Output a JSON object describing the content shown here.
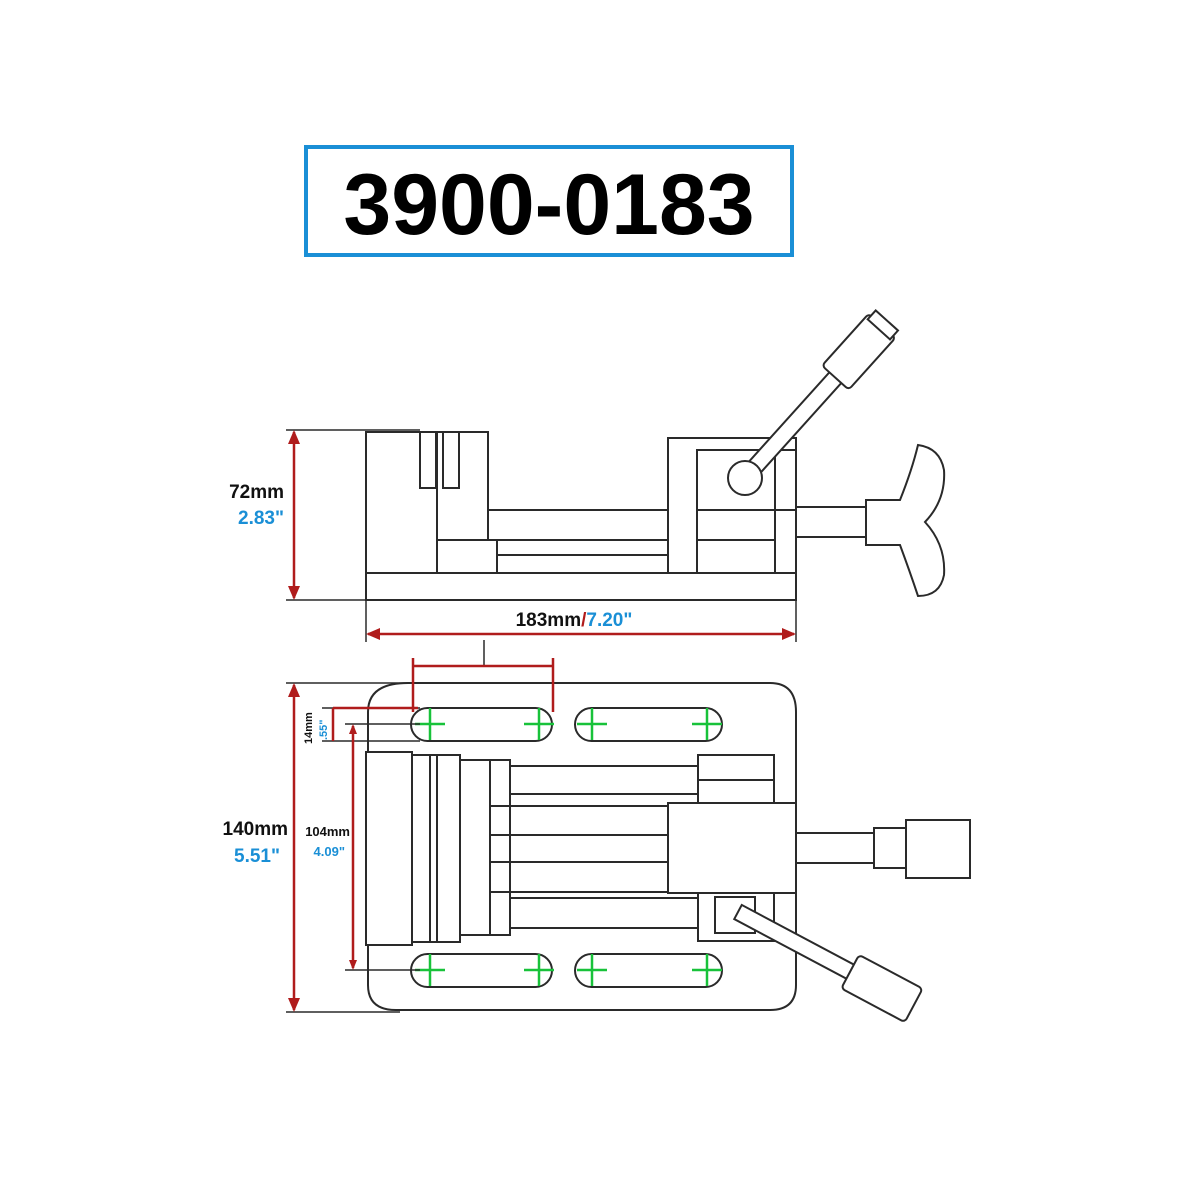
{
  "title": {
    "part_number": "3900-0183"
  },
  "dimensions": {
    "height": {
      "mm": "72mm",
      "inch": "2.83\""
    },
    "length": {
      "mm": "183mm",
      "sep": "/",
      "inch": "7.20\""
    },
    "width": {
      "mm": "140mm",
      "inch": "5.51\""
    },
    "slot_width": {
      "mm": "14mm",
      "inch": ".55\""
    },
    "slot_spacing": {
      "mm": "104mm",
      "inch": "4.09\""
    }
  },
  "colors": {
    "title_border": "#1a8fd6",
    "inch_text": "#1a8fd6",
    "dimension_lines": "#b01c1c",
    "slot_centers": "#18c23a"
  }
}
